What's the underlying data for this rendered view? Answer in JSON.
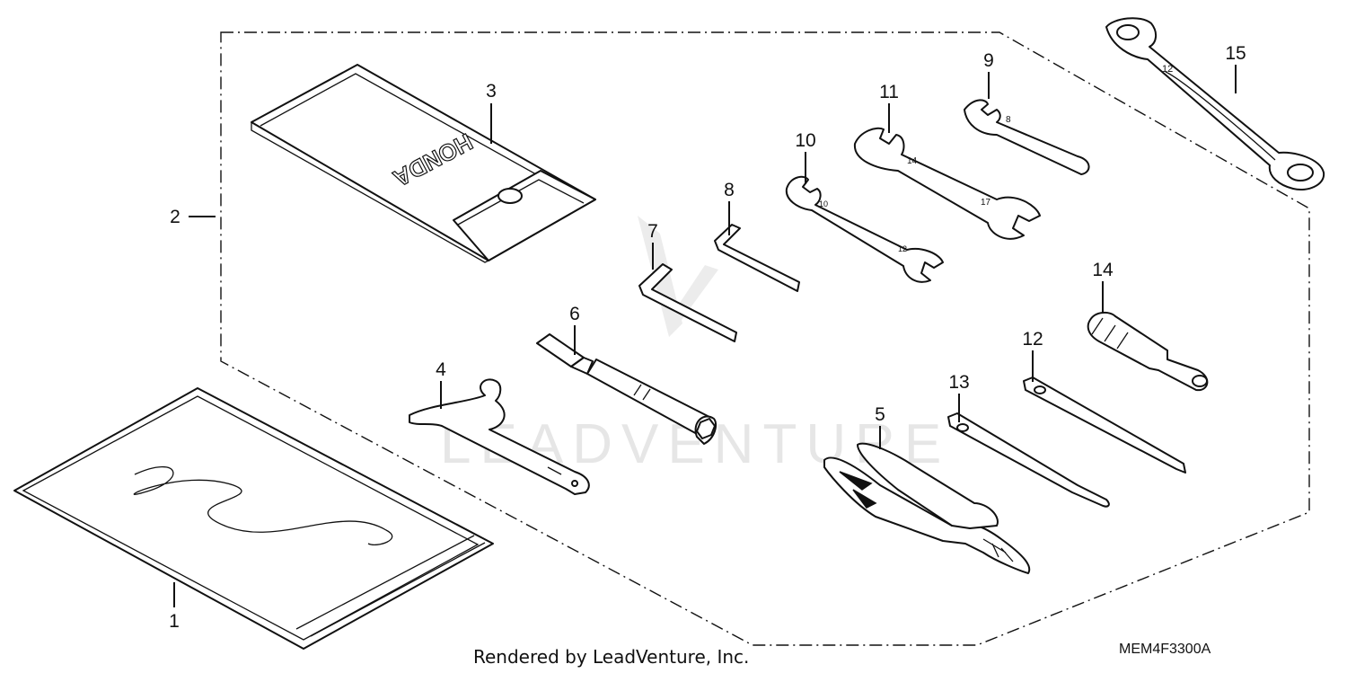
{
  "diagram": {
    "diagram_code": "MEM4F3300A",
    "credit": "Rendered by LeadVenture, Inc.",
    "watermark": "LEADVENTURE",
    "callouts": [
      {
        "id": "1",
        "label": "1"
      },
      {
        "id": "2",
        "label": "2"
      },
      {
        "id": "3",
        "label": "3"
      },
      {
        "id": "4",
        "label": "4"
      },
      {
        "id": "5",
        "label": "5"
      },
      {
        "id": "6",
        "label": "6"
      },
      {
        "id": "7",
        "label": "7"
      },
      {
        "id": "8",
        "label": "8"
      },
      {
        "id": "9",
        "label": "9"
      },
      {
        "id": "10",
        "label": "10"
      },
      {
        "id": "11",
        "label": "11"
      },
      {
        "id": "12",
        "label": "12"
      },
      {
        "id": "13",
        "label": "13"
      },
      {
        "id": "14",
        "label": "14"
      },
      {
        "id": "15",
        "label": "15"
      }
    ],
    "bag_logo": "HONDA",
    "wrench_marks": {
      "p9": "8",
      "p10a": "10",
      "p10b": "12",
      "p11a": "14",
      "p11b": "17",
      "p15": "12"
    }
  }
}
